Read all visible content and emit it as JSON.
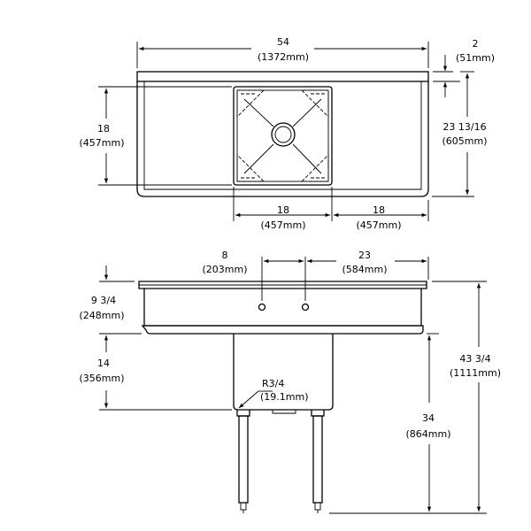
{
  "labels": {
    "overall_width": "54",
    "overall_width_mm": "(1372mm)",
    "splash": "2",
    "splash_mm": "(51mm)",
    "bowl_depth_top": "18",
    "bowl_depth_top_mm": "(457mm)",
    "overall_depth": "23 13/16",
    "overall_depth_mm": "(605mm)",
    "bowl_width": "18",
    "bowl_width_mm": "(457mm)",
    "drainboard_width": "18",
    "drainboard_width_mm": "(457mm)",
    "faucet_spacing": "8",
    "faucet_spacing_mm": "(203mm)",
    "faucet_to_end": "23",
    "faucet_to_end_mm": "(584mm)",
    "backsplash_height": "9 3/4",
    "backsplash_height_mm": "(248mm)",
    "bowl_depth": "14",
    "bowl_depth_mm": "(356mm)",
    "radius": "R3/4",
    "radius_mm": "(19.1mm)",
    "overall_height": "43 3/4",
    "overall_height_mm": "(1111mm)",
    "work_height": "34",
    "work_height_mm": "(864mm)"
  }
}
